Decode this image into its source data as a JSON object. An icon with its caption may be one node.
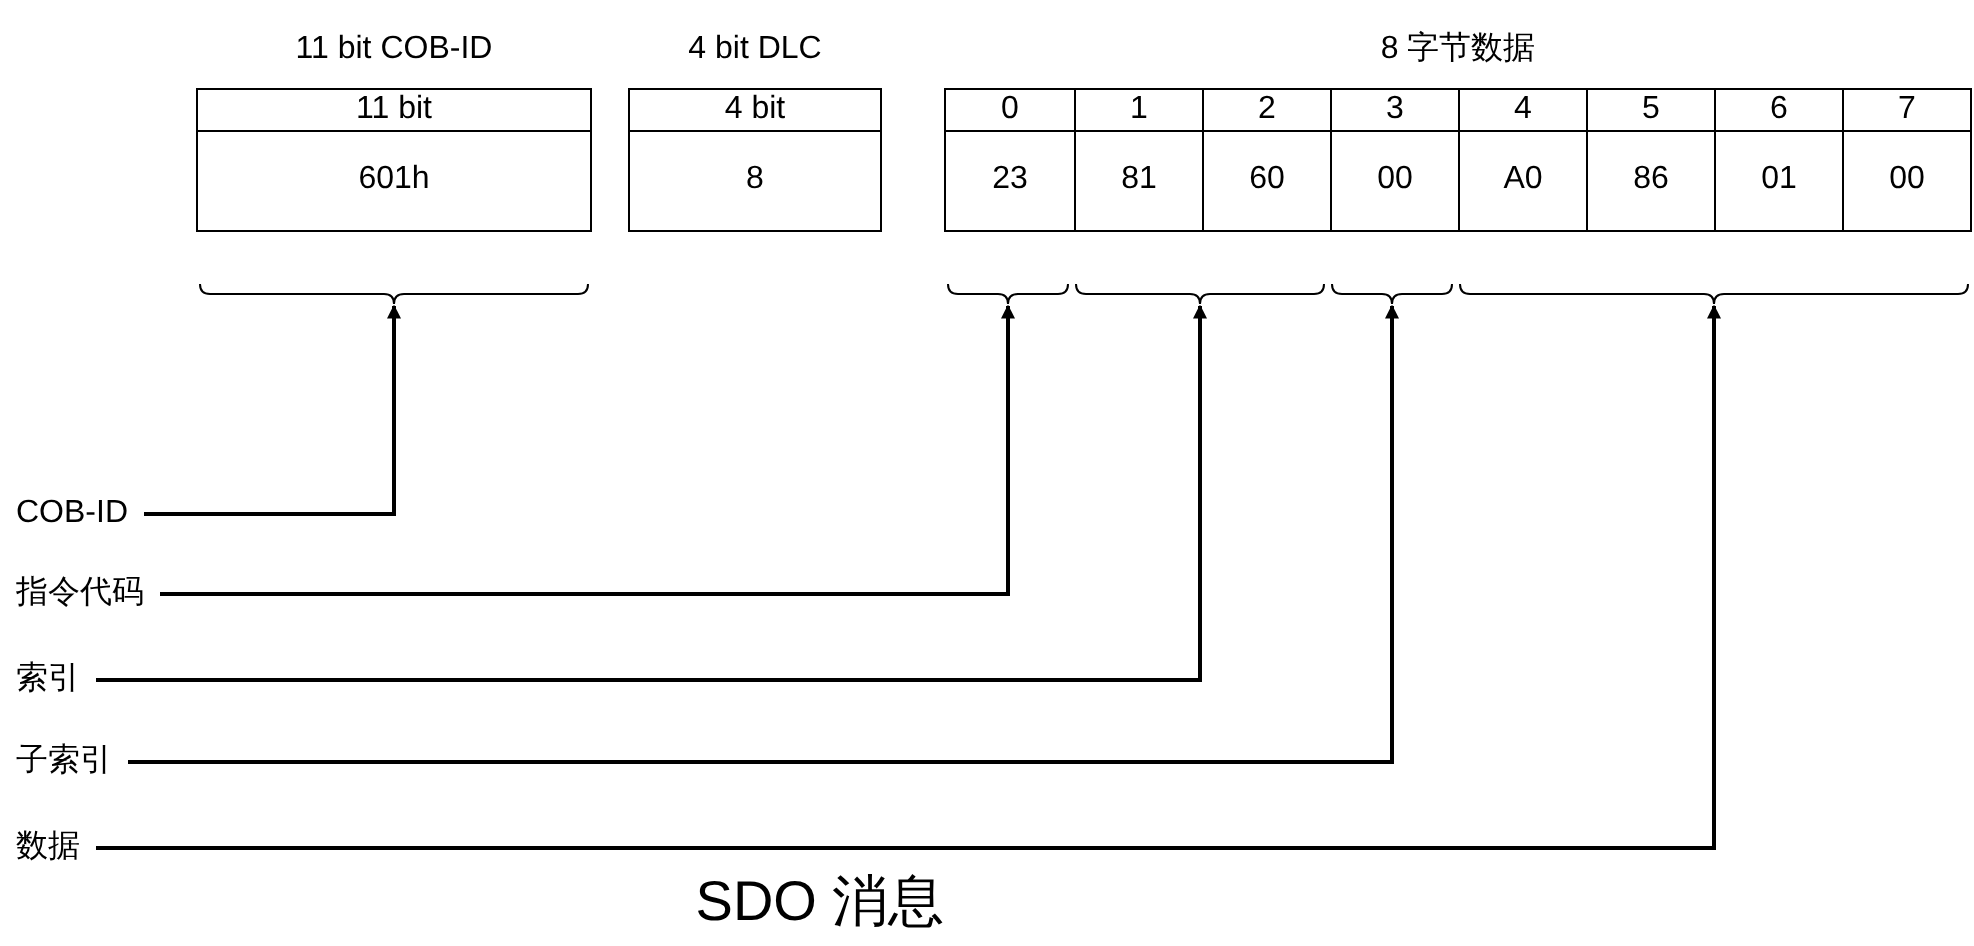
{
  "diagram": {
    "caption": "SDO 消息",
    "nodes": [
      {
        "text": [
          "11 bit COB-ID",
          "11 bit",
          "601h"
        ]
      },
      {
        "text": [
          "4 bit DLC",
          "4 bit",
          "8"
        ]
      },
      {
        "text": [
          "8 字节数据"
        ]
      },
      {
        "text": [
          "0",
          "23"
        ],
        "in": 2
      },
      {
        "text": [
          "1",
          "81"
        ],
        "in": 2
      },
      {
        "text": [
          "2",
          "60"
        ],
        "in": 2
      },
      {
        "text": [
          "3",
          "00"
        ],
        "in": 2
      },
      {
        "text": [
          "4",
          "A0"
        ],
        "in": 2
      },
      {
        "text": [
          "5",
          "86"
        ],
        "in": 2
      },
      {
        "text": [
          "6",
          "01"
        ],
        "in": 2
      },
      {
        "text": [
          "7",
          "00"
        ],
        "in": 2
      },
      {
        "text": [
          "COB-ID"
        ]
      },
      {
        "text": [
          "指令代码"
        ]
      },
      {
        "text": [
          "索引"
        ]
      },
      {
        "text": [
          "子索引"
        ]
      },
      {
        "text": [
          "数据"
        ]
      },
      {
        "text": [],
        "shape": "bracket"
      },
      {
        "text": [],
        "shape": "bracket"
      },
      {
        "text": [],
        "shape": "bracket"
      },
      {
        "text": [],
        "shape": "bracket"
      },
      {
        "text": [],
        "shape": "bracket"
      }
    ],
    "edges": [
      {
        "from": 11,
        "to": 16,
        "arrow": "to"
      },
      {
        "from": 12,
        "to": 17,
        "arrow": "to"
      },
      {
        "from": 13,
        "to": 18,
        "arrow": "to"
      },
      {
        "from": 14,
        "to": 19,
        "arrow": "to"
      },
      {
        "from": 15,
        "to": 20,
        "arrow": "to"
      }
    ]
  }
}
